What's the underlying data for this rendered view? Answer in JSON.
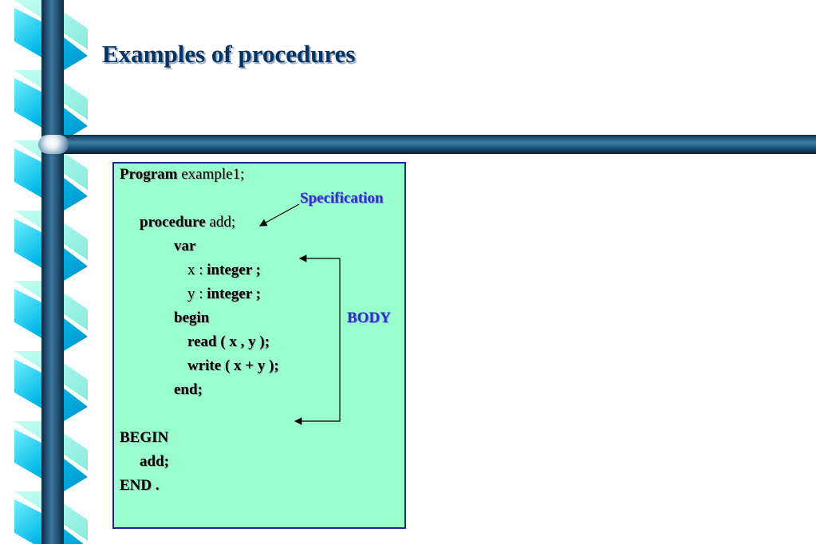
{
  "slide": {
    "title": "Examples of procedures"
  },
  "code": {
    "program_kw": "Program",
    "program_name": " example1;",
    "procedure_kw": "procedure",
    "procedure_name": " add;",
    "var_kw": "var",
    "x_name": "x : ",
    "x_type": "integer ;",
    "y_name": "y : ",
    "y_type": "integer ;",
    "begin_kw": "begin",
    "read_kw": "read",
    "read_args": " ( x , y );",
    "write_kw": "write",
    "write_args": " ( x + y );",
    "end_kw": "end;",
    "main_begin": "BEGIN",
    "main_call": "add;",
    "main_end": "END ."
  },
  "annotations": {
    "specification": "Specification",
    "body": "BODY"
  },
  "colors": {
    "panel_fill": "#99ffcc",
    "panel_border": "#1a2a8c",
    "annotation": "#2f2fcc",
    "title": "#003366"
  }
}
